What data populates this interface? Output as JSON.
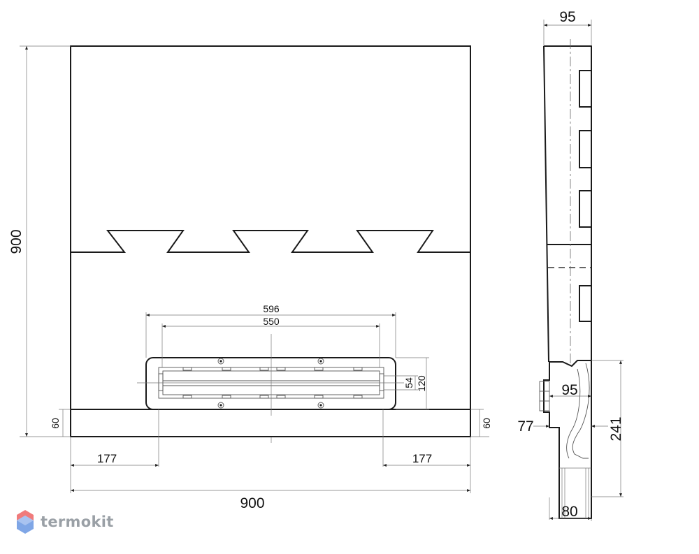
{
  "front_view": {
    "height_total": "900",
    "width_total": "900",
    "base_left": "60",
    "base_right": "60",
    "offset_left": "177",
    "offset_right": "177",
    "drain_outer": "596",
    "drain_inner": "550",
    "channel_inner": "54",
    "channel_outer": "120"
  },
  "side_view": {
    "depth_top": "95",
    "outlet_depth": "95",
    "outlet_height": "77",
    "drain_height": "241",
    "base_depth": "80"
  },
  "brand": {
    "name": "termokit"
  },
  "colors": {
    "line": "#1a1a1a",
    "logo_text": "#9aa0a6",
    "logo_blue": "#7fa6e6",
    "logo_red": "#f07b7b"
  }
}
